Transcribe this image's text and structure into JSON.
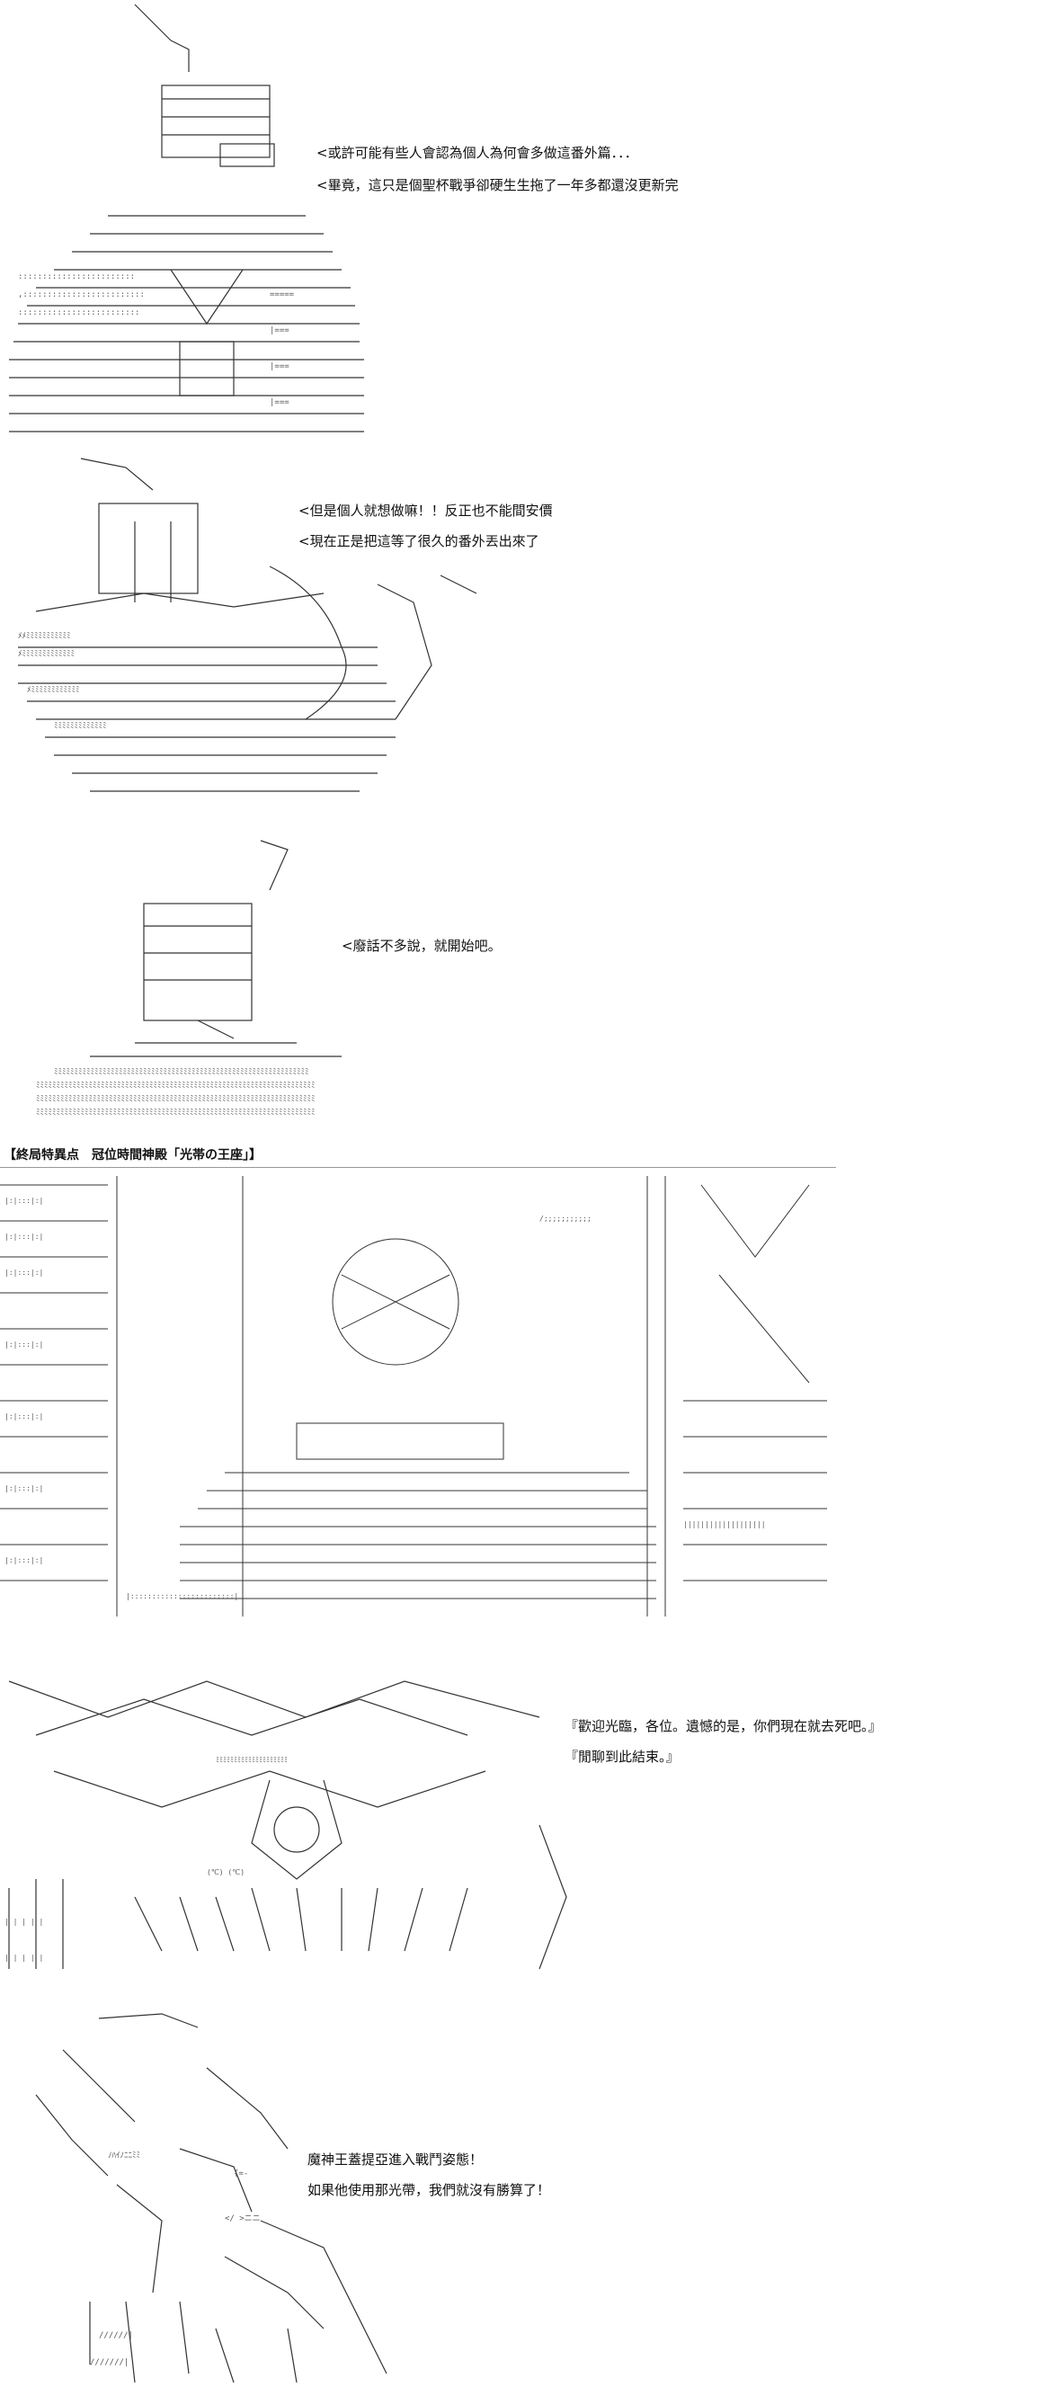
{
  "colors": {
    "background": "#ffffff",
    "ink": "#111111",
    "art_stroke": "#333333",
    "art_dense": "#555555"
  },
  "panel1": {
    "lines": [
      "<或許可能有些人會認為個人為何會多做這番外篇．．．",
      "<畢竟，這只是個聖杯戰爭卻硬生生拖了一年多都還沒更新完"
    ]
  },
  "panel2": {
    "lines": [
      "<但是個人就想做嘛！！反正也不能間安價",
      "<現在正是把這等了很久的番外丟出來了"
    ]
  },
  "panel3": {
    "lines": [
      "<廢話不多說，就開始吧。"
    ]
  },
  "panel4": {
    "title": "【終局特異点　冠位時間神殿「光帯の王座」】"
  },
  "panel5": {
    "lines": [
      "『歡迎光臨，各位。遺憾的是，你們現在就去死吧。』",
      "『閒聊到此結束。』"
    ]
  },
  "panel6": {
    "lines": [
      "魔神王蓋提亞進入戰鬥姿態！",
      "如果他使用那光帶，我們就沒有勝算了！"
    ]
  }
}
